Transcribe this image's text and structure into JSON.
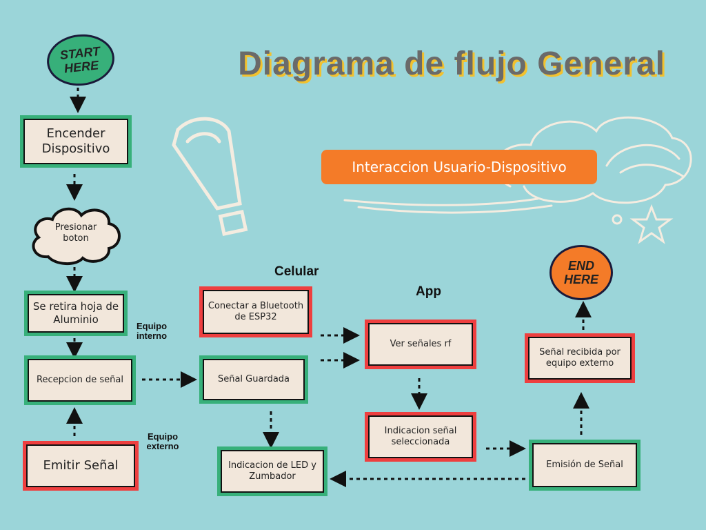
{
  "title": "Diagrama de flujo General",
  "subtitle": "Interaccion Usuario-Dispositivo",
  "start": "START HERE",
  "end": "END HERE",
  "labels": {
    "celular": "Celular",
    "app": "App",
    "equipo_interno": "Equipo interno",
    "equipo_externo": "Equipo externo"
  },
  "nodes": {
    "encender": "Encender Dispositivo",
    "presionar": "Presionar boton",
    "retira": "Se retira hoja de Aluminio",
    "recepcion": "Recepcion de señal",
    "emitir": "Emitir Señal",
    "conectar": "Conectar a Bluetooth de ESP32",
    "guardada": "Señal Guardada",
    "led": "Indicacion de LED y Zumbador",
    "ver_rf": "Ver señales rf",
    "indicacion_sel": "Indicacion señal seleccionada",
    "emision": "Emisión de Señal",
    "recibida": "Señal recibida por equipo externo"
  },
  "colors": {
    "background": "#9bd5d9",
    "green": "#37b07a",
    "red": "#ee3f3f",
    "orange": "#f47b28",
    "box_fill": "#f2e7db"
  }
}
